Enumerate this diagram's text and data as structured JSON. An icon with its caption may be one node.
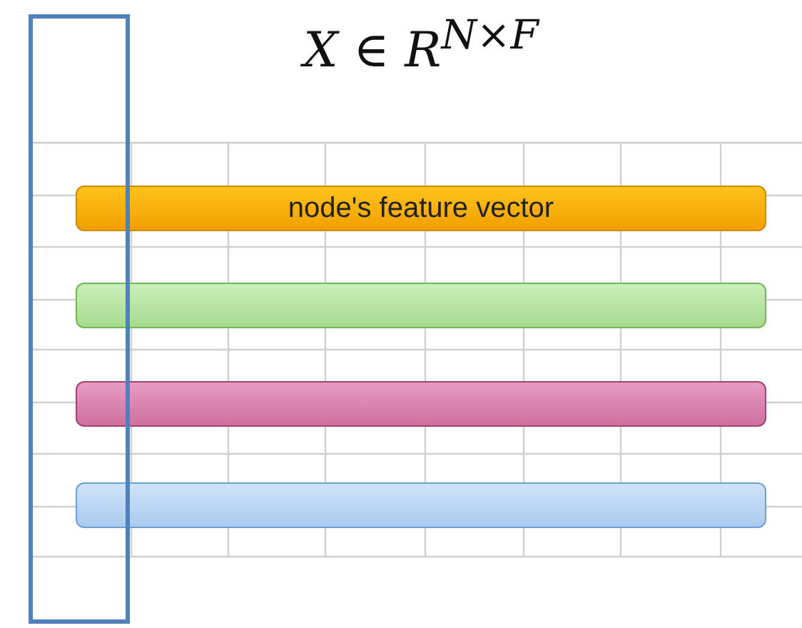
{
  "diagram": {
    "title": "X ∈ R$^{N×F}$",
    "nodes": [
      {
        "text": [
          "node's feature vector"
        ]
      },
      {
        "text": [],
        "shape": "bar"
      },
      {
        "text": [],
        "shape": "bar"
      },
      {
        "text": [],
        "shape": "bar"
      },
      {
        "text": [],
        "shape": "box"
      }
    ]
  }
}
